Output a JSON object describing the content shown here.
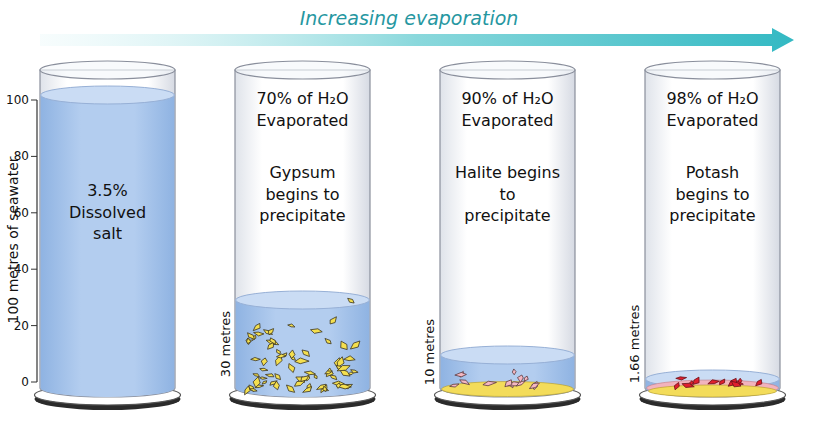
{
  "diagram": {
    "title": "Increasing evaporation",
    "nodes": [
      {
        "text": [
          "3.5% Dissolved salt"
        ]
      },
      {
        "text": [
          "70% of H₂O Evaporated",
          "Gypsum begins to precipitate"
        ]
      },
      {
        "text": [
          "90% of H₂O Evaporated",
          "Halite begins to precipitate"
        ]
      },
      {
        "text": [
          "98% of H₂O Evaporated",
          "Potash begins to precipitate"
        ]
      }
    ],
    "labels": [
      "100 metres of seawater",
      "100",
      "80",
      "60",
      "40",
      "20",
      "0",
      "30 metres",
      "10 metres",
      "1.66 metres"
    ]
  }
}
